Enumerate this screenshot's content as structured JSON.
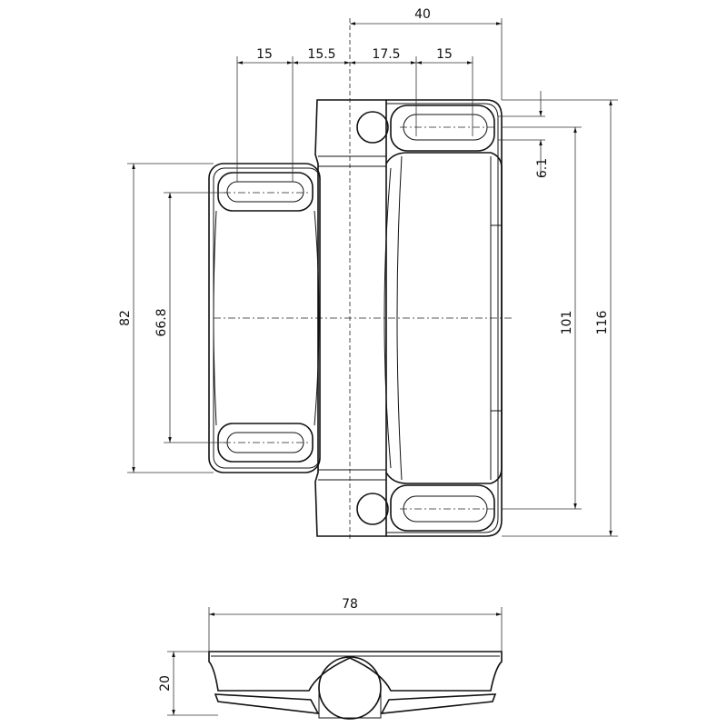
{
  "drawing": {
    "title": "Hinge technical drawing",
    "dimensions": {
      "overall_width_top": "40",
      "slot_spacing_left": "15",
      "offset_left": "15.5",
      "offset_right": "17.5",
      "slot_spacing_right": "15",
      "slot_height": "6.1",
      "left_plate_height": "82",
      "left_slot_pitch": "66.8",
      "right_slot_pitch": "101",
      "overall_height": "116",
      "overall_width_side": "78",
      "side_thickness": "20"
    }
  }
}
